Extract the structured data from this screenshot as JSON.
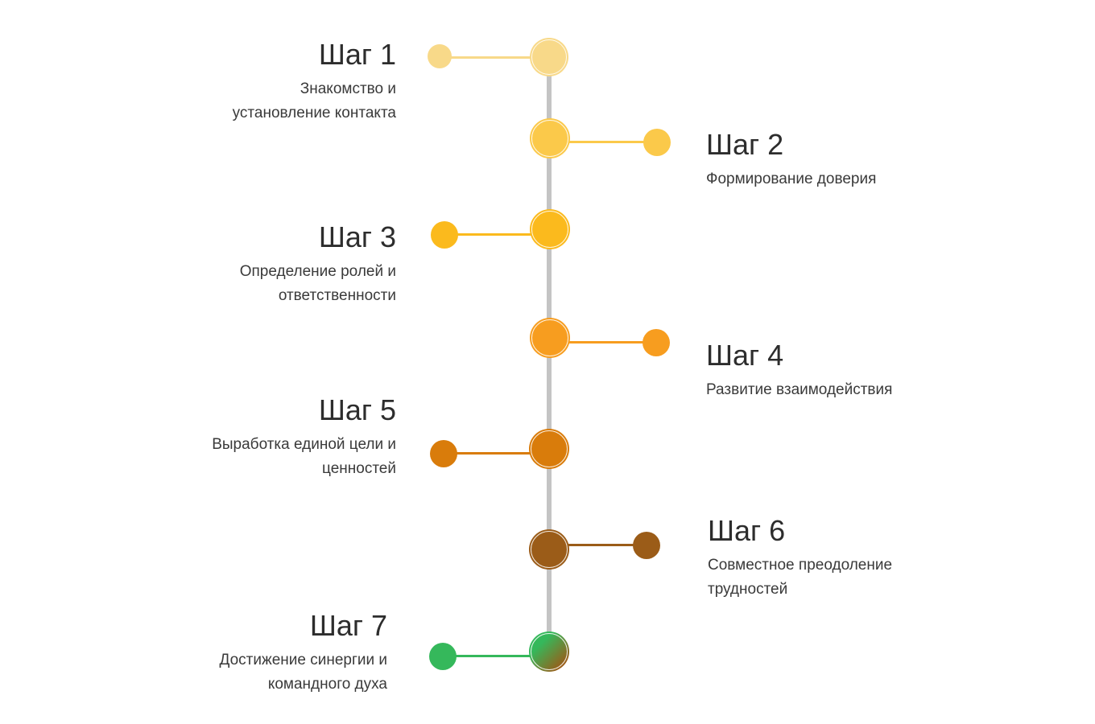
{
  "steps": [
    {
      "title": "Шаг 1",
      "desc_lines": [
        "Знакомство и",
        "установление контакта"
      ],
      "color": "#f8d989",
      "side": "left"
    },
    {
      "title": "Шаг 2",
      "desc_lines": [
        "Формирование доверия"
      ],
      "color": "#fbc94a",
      "side": "right"
    },
    {
      "title": "Шаг 3",
      "desc_lines": [
        "Определение ролей и",
        "ответственности"
      ],
      "color": "#fbba1d",
      "side": "left"
    },
    {
      "title": "Шаг 4",
      "desc_lines": [
        "Развитие взаимодействия"
      ],
      "color": "#f79d1f",
      "side": "right"
    },
    {
      "title": "Шаг 5",
      "desc_lines": [
        "Выработка единой цели и",
        "ценностей"
      ],
      "color": "#d97c0b",
      "side": "left"
    },
    {
      "title": "Шаг 6",
      "desc_lines": [
        "Совместное преодоление",
        "трудностей"
      ],
      "color": "#9b5c18",
      "side": "right"
    },
    {
      "title": "Шаг 7",
      "desc_lines": [
        "Достижение синергии и",
        "командного духа"
      ],
      "color": "#35b85b",
      "node_gradient_end": "#9b5c18",
      "side": "left"
    }
  ],
  "spine_color": "#c4c4c4"
}
